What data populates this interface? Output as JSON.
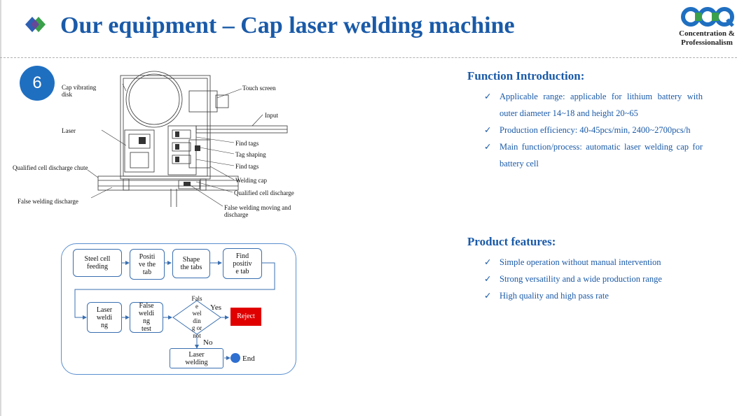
{
  "header": {
    "title": "Our equipment – Cap laser welding machine",
    "logo_text_line1": "Concentration &",
    "logo_text_line2": "Professionalism"
  },
  "badge": "6",
  "diagram_labels": {
    "cap_vibrating_disk_1": "Cap vibrating",
    "cap_vibrating_disk_2": "disk",
    "touch_screen": "Touch screen",
    "input": "Input",
    "laser": "Laser",
    "find_tags_1": "Find tags",
    "tag_shaping": "Tag shaping",
    "find_tags_2": "Find tags",
    "qualified_chute": "Qualified cell discharge chute",
    "welding_cap": "Welding cap",
    "qualified_discharge": "Qualified cell discharge",
    "false_welding_discharge": "False welding discharge",
    "false_welding_moving_1": "False welding moving and",
    "false_welding_moving_2": "discharge"
  },
  "flowchart": {
    "steel_cell_1": "Steel cell",
    "steel_cell_2": "feeding",
    "positive_1": "Positi",
    "positive_2": "ve the",
    "positive_3": "tab",
    "shape_1": "Shape",
    "shape_2": "the tabs",
    "find_1": "Find",
    "find_2": "positiv",
    "find_3": "e tab",
    "laser_weld_1": "Laser",
    "laser_weld_2": "weldi",
    "laser_weld_3": "ng",
    "false_test_1": "False",
    "false_test_2": "weldi",
    "false_test_3": "ng",
    "false_test_4": "test",
    "decision_1": "Fals",
    "decision_2": "e",
    "decision_3": "wel",
    "decision_4": "din",
    "decision_5": "g or",
    "decision_6": "not",
    "yes": "Yes",
    "no": "No",
    "reject": "Reject",
    "laser_welding_1": "Laser",
    "laser_welding_2": "welding",
    "end": "End"
  },
  "function_intro": {
    "heading": "Function Introduction:",
    "items": [
      "Applicable range: applicable for lithium battery with outer diameter 14~18 and height 20~65",
      "Production efficiency: 40-45pcs/min, 2400~2700pcs/h",
      "Main function/process: automatic laser welding cap for battery cell"
    ]
  },
  "product_features": {
    "heading": "Product features:",
    "items": [
      "Simple operation without manual intervention",
      "Strong versatility and a wide production range",
      "High quality and high pass rate"
    ]
  },
  "colors": {
    "title_blue": "#1a5aa8",
    "badge_blue": "#1f6fc1",
    "reject_red": "#e00000"
  }
}
